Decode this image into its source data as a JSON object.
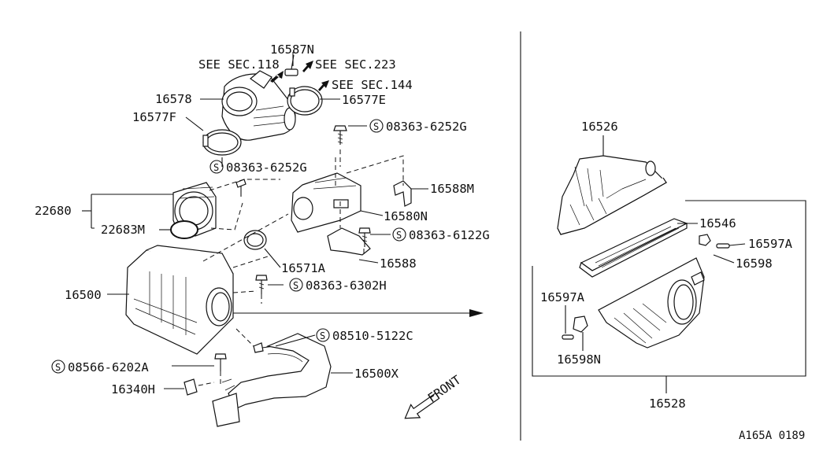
{
  "diagram_code": "A165A 0189",
  "direction_label": "FRONT",
  "see_section_refs": {
    "sec118": "SEE SEC.118",
    "sec223": "SEE SEC.223",
    "sec144": "SEE SEC.144"
  },
  "part_labels": {
    "p16587N": "16587N",
    "p16578": "16578",
    "p16577E": "16577E",
    "p16577F": "16577F",
    "p16580N": "16580N",
    "p16588M": "16588M",
    "p16588": "16588",
    "p22680": "22680",
    "p22683M": "22683M",
    "p16571A": "16571A",
    "p16500": "16500",
    "p16500X": "16500X",
    "p16340H": "16340H",
    "p16526": "16526",
    "p16546": "16546",
    "p16597A_right": "16597A",
    "p16598": "16598",
    "p16597A_left": "16597A",
    "p16598N": "16598N",
    "p16528": "16528"
  },
  "bolt_labels": {
    "b1": "08363-6252G",
    "b2": "08363-6252G",
    "b3": "08363-6122G",
    "b4": "08363-6302H",
    "b5": "08510-5122C",
    "b6": "08566-6202A"
  },
  "bolt_symbol": "S"
}
